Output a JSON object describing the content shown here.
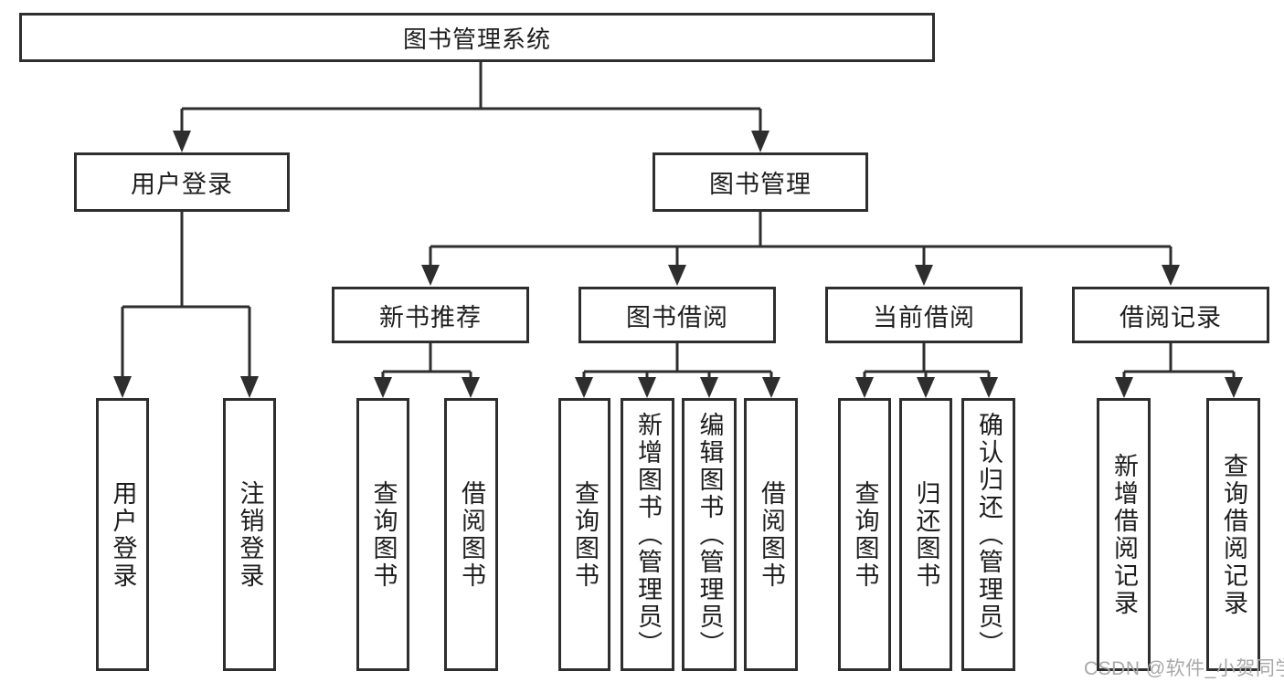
{
  "diagram": {
    "root": {
      "label": "图书管理系统"
    },
    "branches": [
      {
        "label": "用户登录",
        "children": [
          {
            "label": "用户登录"
          },
          {
            "label": "注销登录"
          }
        ]
      },
      {
        "label": "图书管理",
        "children": [
          {
            "label": "新书推荐",
            "children": [
              {
                "label": "查询图书"
              },
              {
                "label": "借阅图书"
              }
            ]
          },
          {
            "label": "图书借阅",
            "children": [
              {
                "label": "查询图书"
              },
              {
                "label": "新增图书（管理员）"
              },
              {
                "label": "编辑图书（管理员）"
              },
              {
                "label": "借阅图书"
              }
            ]
          },
          {
            "label": "当前借阅",
            "children": [
              {
                "label": "查询图书"
              },
              {
                "label": "归还图书"
              },
              {
                "label": "确认归还（管理员）"
              }
            ]
          },
          {
            "label": "借阅记录",
            "children": [
              {
                "label": "新增借阅记录"
              },
              {
                "label": "查询借阅记录"
              }
            ]
          }
        ]
      }
    ]
  },
  "watermark": {
    "text": "CSDN @软件_小贺同学"
  },
  "colors": {
    "line": "#2e2e2e",
    "text": "#1d1d1d",
    "watermark": "#a8a8a8",
    "background": "#ffffff"
  }
}
